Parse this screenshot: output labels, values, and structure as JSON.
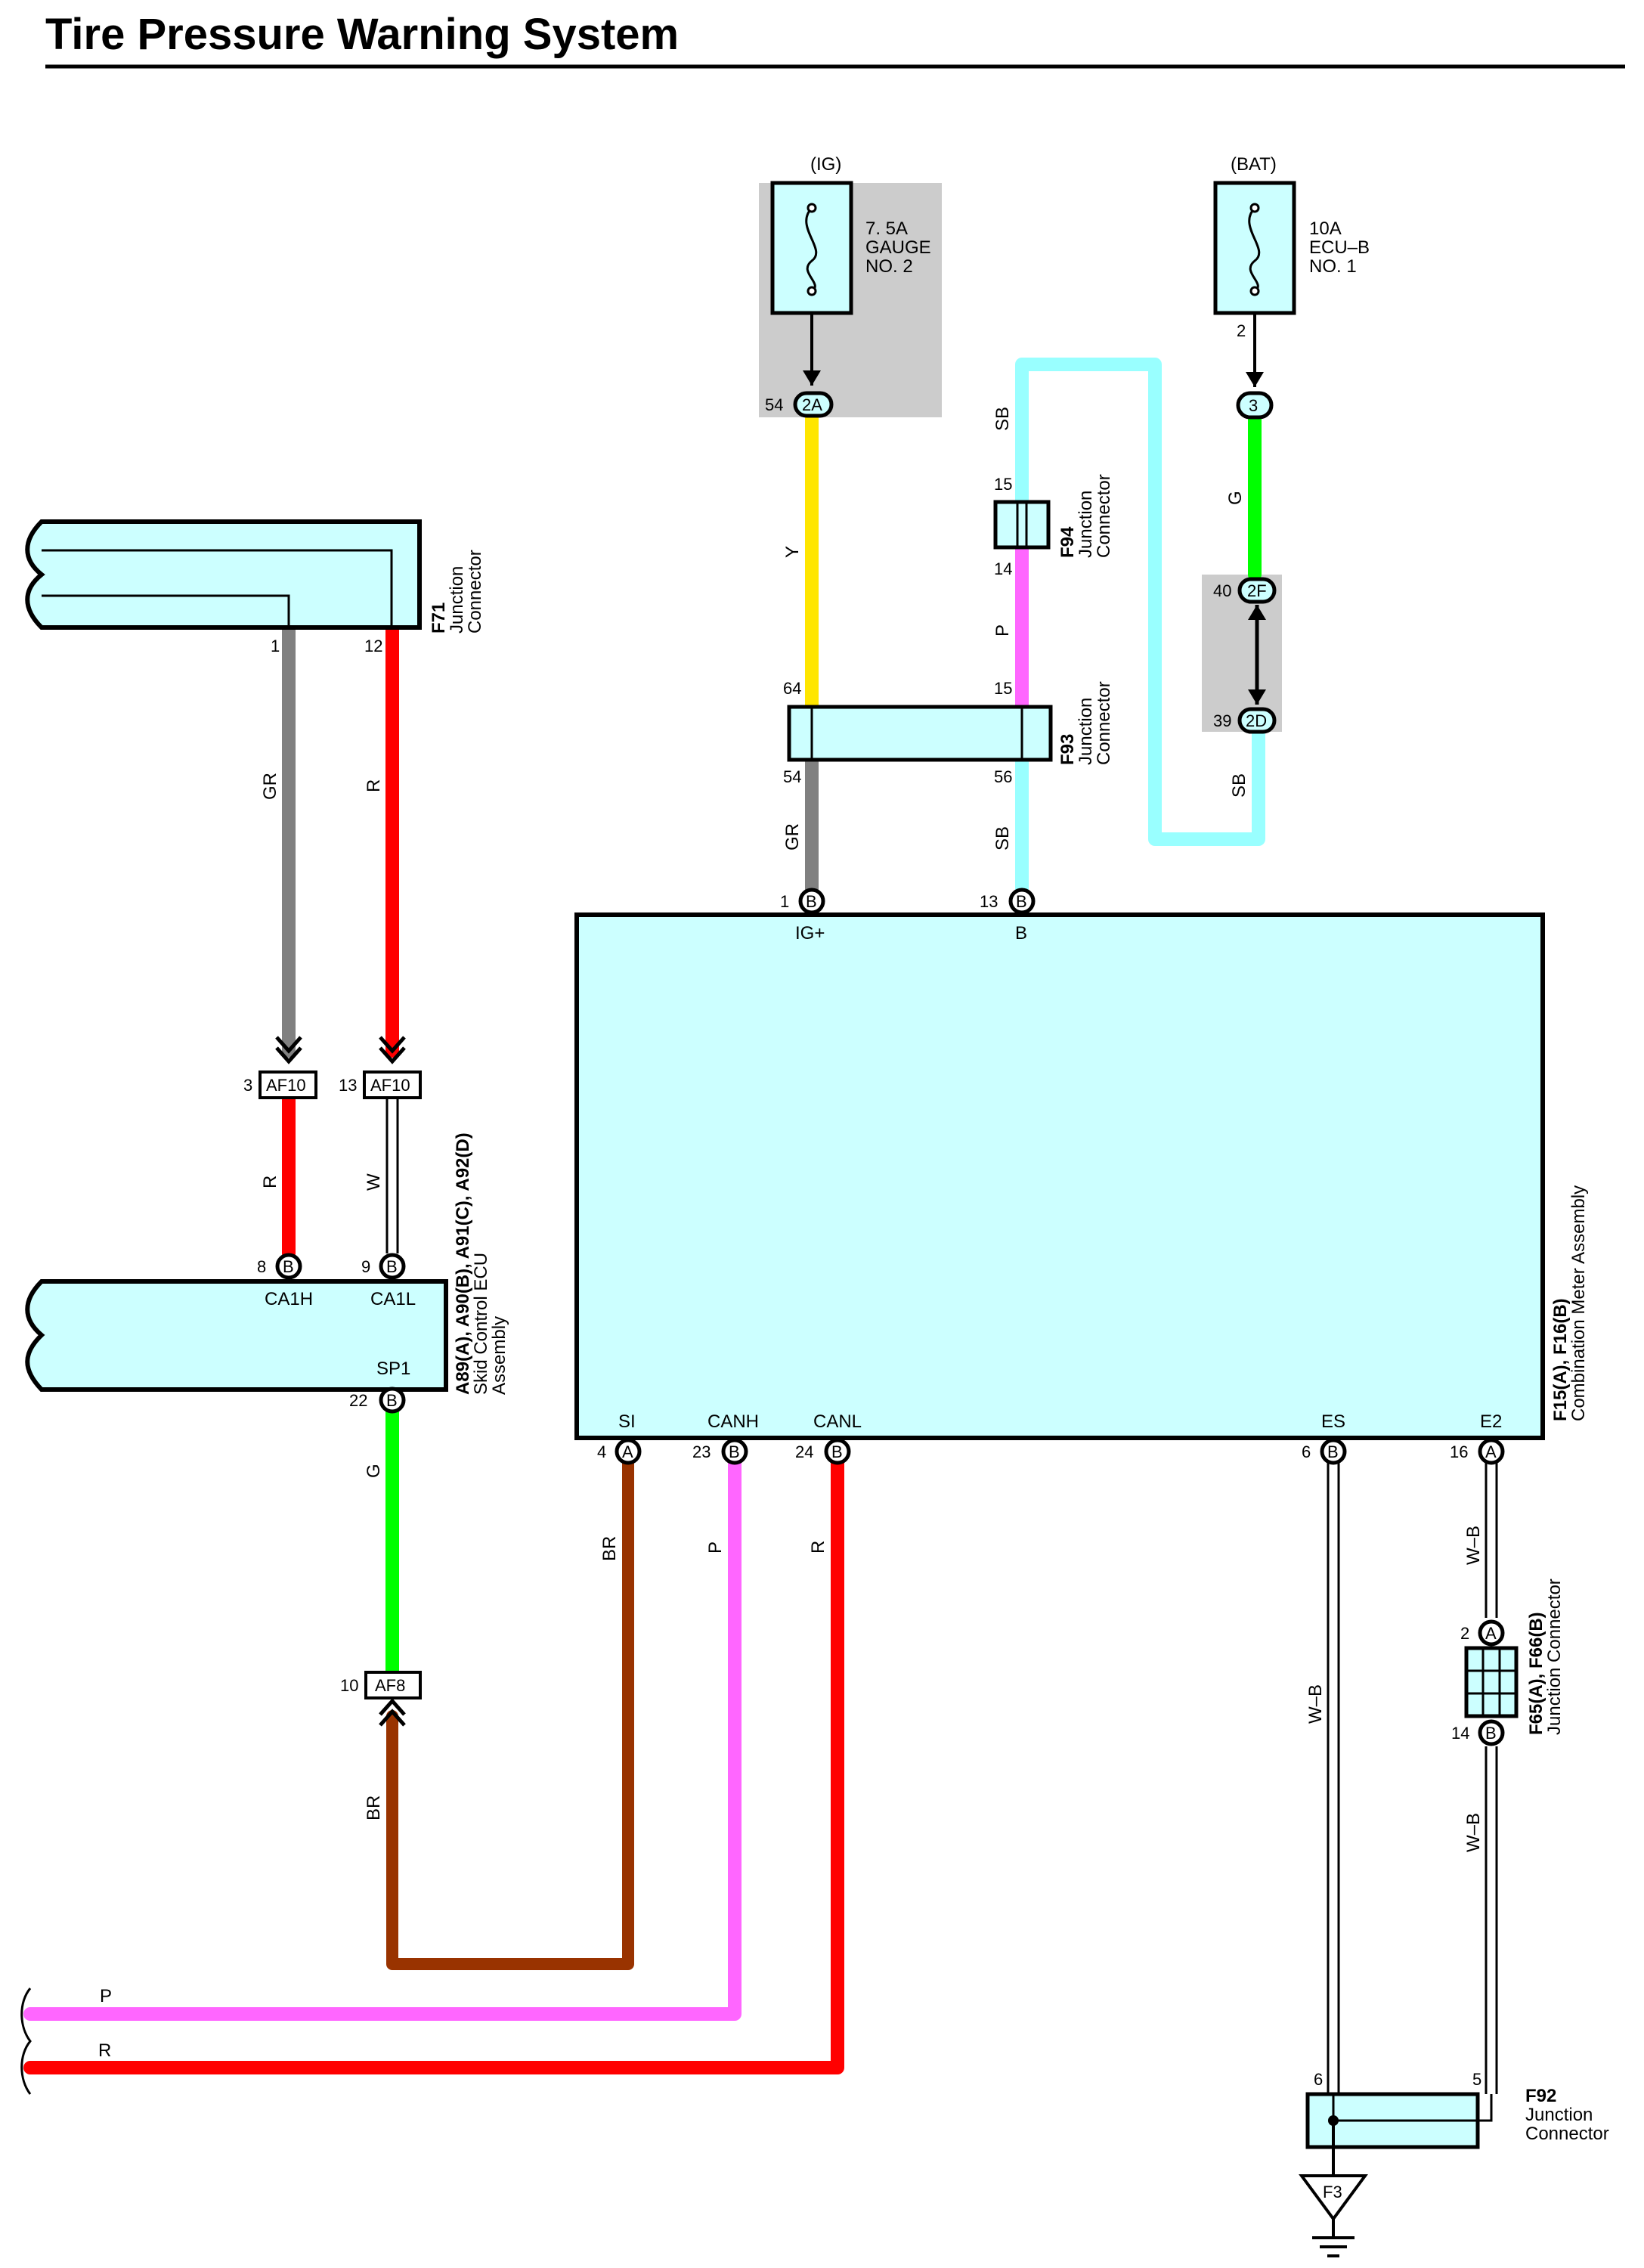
{
  "title": "Tire Pressure Warning System",
  "colors": {
    "component_fill": "#ccffff",
    "Y": "#ffe600",
    "GR": "#808080",
    "R": "#ff0000",
    "SB": "#99ffff",
    "P": "#ff66ff",
    "G": "#00ff00",
    "BR": "#993300",
    "W": "#ffffff",
    "W-B": "#ffffff",
    "fuse_shade": "#cccccc"
  },
  "fuses": {
    "ig": {
      "source": "(IG)",
      "line1": "7. 5A",
      "line2": "GAUGE",
      "line3": "NO. 2"
    },
    "bat": {
      "source": "(BAT)",
      "line1": "10A",
      "line2": "ECU–B",
      "line3": "NO. 1",
      "pin": "2"
    }
  },
  "components": {
    "f71": {
      "code": "F71",
      "desc1": "Junction",
      "desc2": "Connector",
      "pin1": "1",
      "pin2": "12"
    },
    "f94": {
      "code": "F94",
      "desc1": "Junction",
      "desc2": "Connector",
      "pin_top": "15",
      "pin_bottom": "14"
    },
    "f93": {
      "code": "F93",
      "desc1": "Junction",
      "desc2": "Connector",
      "pin_tl": "64",
      "pin_tr": "15",
      "pin_bl": "54",
      "pin_br": "56"
    },
    "skid": {
      "code": "A89(A), A90(B), A91(C), A92(D)",
      "desc1": "Skid Control ECU",
      "desc2": "Assembly",
      "term_ca1h": "CA1H",
      "term_ca1l": "CA1L",
      "term_sp1": "SP1",
      "pin_ca1h": "8",
      "pin_ca1l": "9",
      "pin_sp1": "22",
      "con": "B"
    },
    "meter": {
      "code": "F15(A), F16(B)",
      "desc": "Combination Meter Assembly",
      "top_pins": [
        {
          "num": "1",
          "con": "B",
          "term": "IG+"
        },
        {
          "num": "13",
          "con": "B",
          "term": "B"
        }
      ],
      "bottom_pins": [
        {
          "num": "4",
          "con": "A",
          "term": "SI"
        },
        {
          "num": "23",
          "con": "B",
          "term": "CANH"
        },
        {
          "num": "24",
          "con": "B",
          "term": "CANL"
        },
        {
          "num": "6",
          "con": "B",
          "term": "ES"
        },
        {
          "num": "16",
          "con": "A",
          "term": "E2"
        }
      ]
    },
    "f65": {
      "code": "F65(A), F66(B)",
      "desc": "Junction Connector",
      "pin_top": "2",
      "con_top": "A",
      "pin_bottom": "14",
      "con_bottom": "B"
    },
    "f92": {
      "code": "F92",
      "desc1": "Junction",
      "desc2": "Connector",
      "pin_left": "6",
      "pin_right": "5"
    },
    "ground": {
      "label": "F3"
    }
  },
  "connectors": {
    "ig_2a": {
      "pin": "54",
      "label": "2A"
    },
    "bat_3": {
      "label": "3"
    },
    "c_2f": {
      "pin": "40",
      "label": "2F"
    },
    "c_2d": {
      "pin": "39",
      "label": "2D"
    },
    "af10_a": {
      "pin": "3",
      "label": "AF10"
    },
    "af10_b": {
      "pin": "13",
      "label": "AF10"
    },
    "af8": {
      "pin": "10",
      "label": "AF8"
    }
  },
  "wire_labels": {
    "y": "Y",
    "gr_upper": "GR",
    "r_upper": "R",
    "gr_mid": "GR",
    "sb_mid": "SB",
    "p_f94": "P",
    "sb_top": "SB",
    "g_bat": "G",
    "sb_right": "SB",
    "r_lower": "R",
    "w_lower": "W",
    "g_sp1": "G",
    "br_left": "BR",
    "br_si": "BR",
    "p_canh": "P",
    "r_canl": "R",
    "wb_es": "W–B",
    "wb_e2_top": "W–B",
    "wb_e2_bottom": "W–B",
    "p_exit": "P",
    "r_exit": "R"
  }
}
